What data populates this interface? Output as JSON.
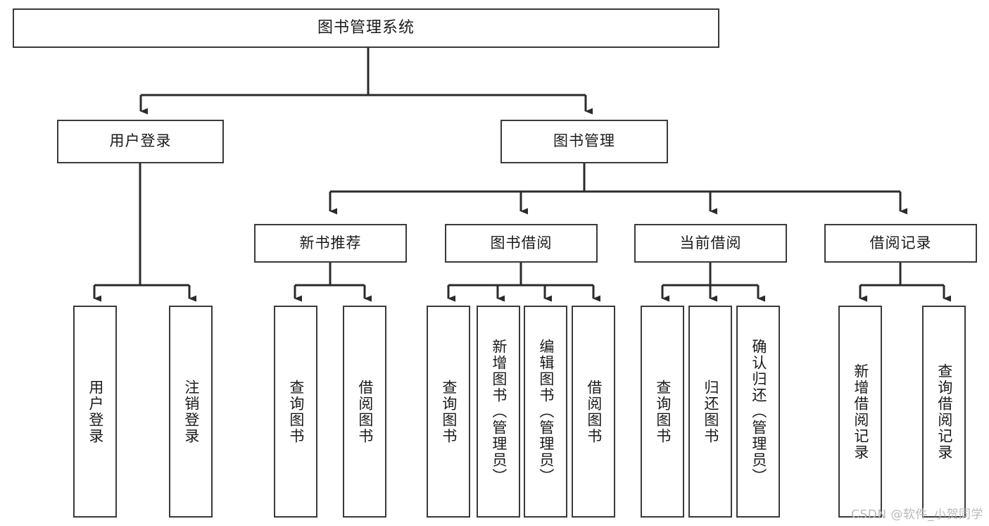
{
  "diagram": {
    "title": "图书管理系统",
    "type": "tree-hierarchy",
    "watermark": "CSDN @软件_小贺同学",
    "colors": {
      "background": "#ffffff",
      "box_border": "#3a3a3a",
      "box_fill": "#ffffff",
      "connector": "#2b2b2b",
      "text": "#1a1a1a",
      "watermark": "#b9b9b9"
    },
    "root": {
      "label": "图书管理系统"
    },
    "level2": [
      {
        "label": "用户登录"
      },
      {
        "label": "图书管理"
      }
    ],
    "level3": [
      {
        "label": "新书推荐"
      },
      {
        "label": "图书借阅"
      },
      {
        "label": "当前借阅"
      },
      {
        "label": "借阅记录"
      }
    ],
    "leaves_user_login": [
      {
        "label": "用户登录"
      },
      {
        "label": "注销登录"
      }
    ],
    "leaves_new_book": [
      {
        "label": "查询图书"
      },
      {
        "label": "借阅图书"
      }
    ],
    "leaves_borrow": [
      {
        "label": "查询图书"
      },
      {
        "label": "新增图书（管理员）"
      },
      {
        "label": "编辑图书（管理员）"
      },
      {
        "label": "借阅图书"
      }
    ],
    "leaves_current": [
      {
        "label": "查询图书"
      },
      {
        "label": "归还图书"
      },
      {
        "label": "确认归还（管理员）"
      }
    ],
    "leaves_records": [
      {
        "label": "新增借阅记录"
      },
      {
        "label": "查询借阅记录"
      }
    ]
  }
}
